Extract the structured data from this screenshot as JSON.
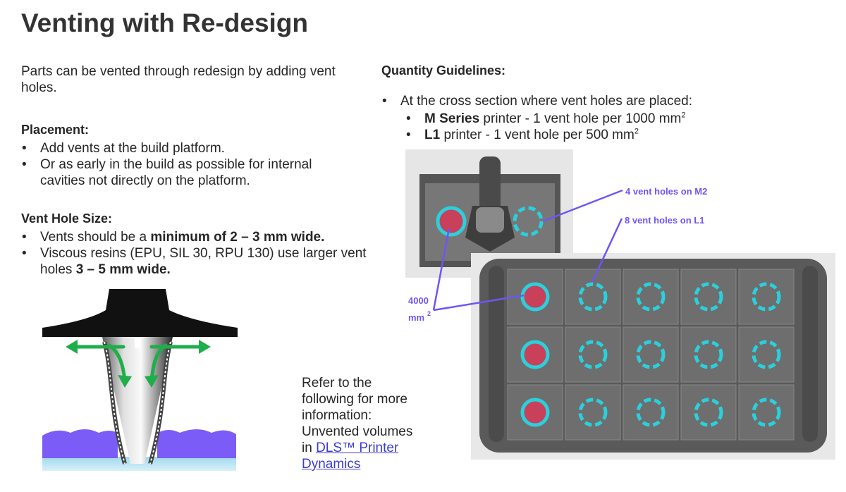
{
  "title": "Venting with Re-design",
  "intro": "Parts can be vented through redesign by adding vent holes.",
  "placement": {
    "heading": "Placement:",
    "items": [
      "Add vents at the build platform.",
      "Or as early in the build as possible for internal cavities not directly on the platform."
    ]
  },
  "vent_size": {
    "heading": "Vent Hole Size:",
    "item1_text": "Vents should be a ",
    "item1_bold": "minimum of 2 – 3 mm wide.",
    "item2_text": "Viscous resins (EPU, SIL 30, RPU 130) use larger vent holes ",
    "item2_bold": "3 – 5 mm wide."
  },
  "quantity": {
    "heading": "Quantity Guidelines:",
    "lead": "At the cross section where vent holes are placed:",
    "m_bold": "M Series",
    "m_text": " printer - 1 vent hole per 1000 mm",
    "l_bold": "L1",
    "l_text": " printer - 1 vent hole per 500 mm",
    "superscript": "2"
  },
  "refer": {
    "text": "Refer to the following for more information: Unvented volumes in ",
    "link": "DLS™ Printer Dynamics"
  },
  "diagram": {
    "label_m2": "4 vent holes on M2",
    "label_l1": "8 vent holes on L1",
    "area_value": "4000",
    "area_unit": "mm",
    "area_sup": "2"
  },
  "colors": {
    "accent_purple": "#6d56f5",
    "vent_cyan": "#2ad0dc",
    "solid_red": "#c8405a",
    "arrow_green": "#1fae4a",
    "resin_blue": "#7b5cf7"
  }
}
